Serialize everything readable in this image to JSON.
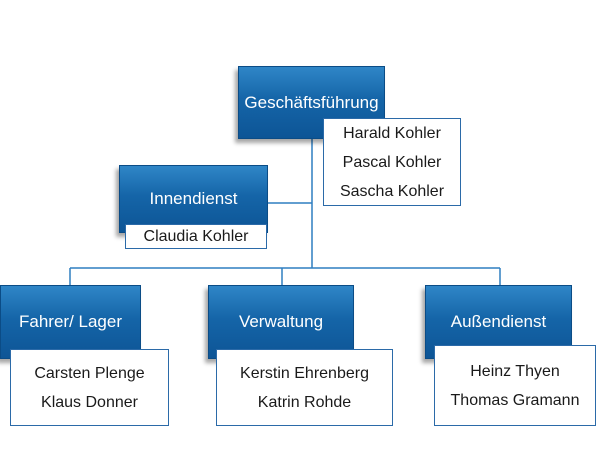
{
  "colors": {
    "node_fill": "#1565a8",
    "node_border": "#0b4c86",
    "connector": "#2f7fc1",
    "name_box_border": "#2b6aa8"
  },
  "root": {
    "title": "Geschäftsführung",
    "members": [
      "Harald Kohler",
      "Pascal Kohler",
      "Sascha Kohler"
    ]
  },
  "assistant": {
    "title": "Innendienst",
    "members": [
      "Claudia Kohler"
    ]
  },
  "departments": [
    {
      "title": "Fahrer/ Lager",
      "members": [
        "Carsten Plenge",
        "Klaus Donner"
      ]
    },
    {
      "title": "Verwaltung",
      "members": [
        "Kerstin Ehrenberg",
        "Katrin Rohde"
      ]
    },
    {
      "title": "Außendienst",
      "members": [
        "Heinz Thyen",
        "Thomas Gramann"
      ]
    }
  ]
}
